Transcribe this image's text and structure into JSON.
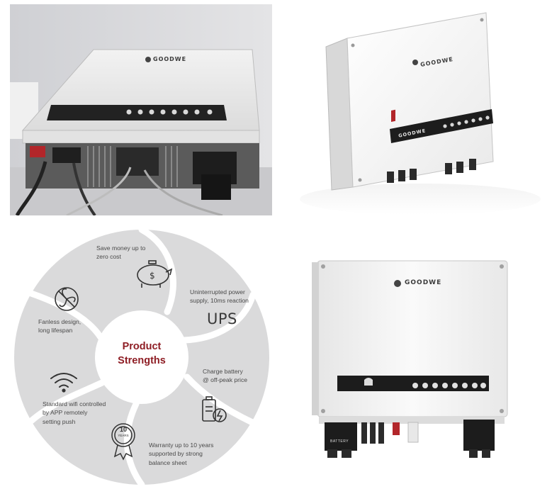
{
  "photo": {
    "brand": "GOODWE"
  },
  "render": {
    "brand_top": "GOODWE",
    "brand_panel": "GOODWE"
  },
  "diagram": {
    "center_title_line1": "Product",
    "center_title_line2": "Strengths",
    "segments": [
      {
        "id": "save",
        "line1": "Save money up to",
        "line2": "zero cost",
        "icon": "piggy-bank-icon"
      },
      {
        "id": "ups",
        "line1": "Uninterrupted power",
        "line2": "supply, 10ms reaction",
        "badge": "UPS"
      },
      {
        "id": "charge",
        "line1": "Charge battery",
        "line2": "@ off-peak price",
        "icon": "battery-charging-icon"
      },
      {
        "id": "warranty",
        "line1": "Warranty up to 10 years",
        "line2": "supported by strong",
        "line3": "balance sheet",
        "icon": "warranty-badge-icon",
        "badge_text": "10",
        "badge_sub": "YEARS"
      },
      {
        "id": "wifi",
        "line1": "Standard wifi controlled",
        "line2": "by APP remotely",
        "line3": "setting push",
        "icon": "wifi-icon"
      },
      {
        "id": "fanless",
        "line1": "Fanless design,",
        "line2": "long lifespan",
        "icon": "no-fan-icon"
      }
    ]
  },
  "front": {
    "brand": "GOODWE",
    "battery_label": "BATTERY"
  },
  "colors": {
    "accent": "#8e1d24",
    "segment": "#dcdcdc",
    "panel_dark": "#1c1c1c",
    "body_white": "#f4f4f4"
  }
}
